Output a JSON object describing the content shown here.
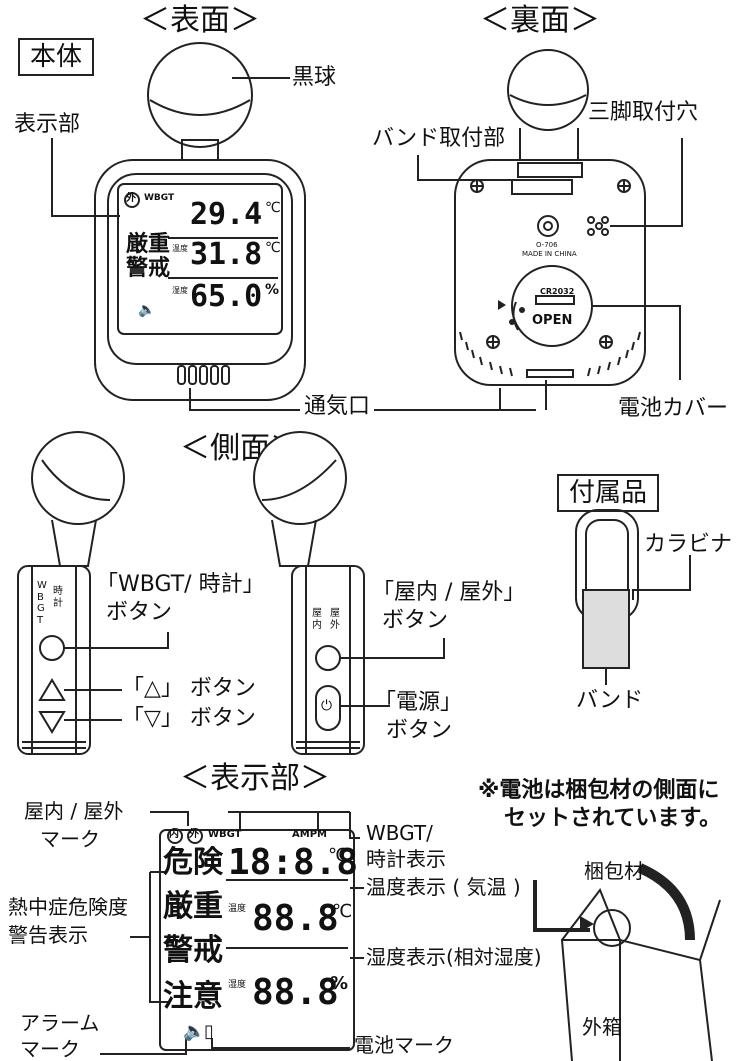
{
  "sections": {
    "front": "＜表面＞",
    "back": "＜裏面＞",
    "side": "＜側面＞",
    "display": "＜表示部＞"
  },
  "boxes": {
    "body": "本体",
    "accessories": "付属品"
  },
  "labels": {
    "globe": "黒球",
    "display_part": "表示部",
    "band_mount": "バンド取付部",
    "tripod_hole": "三脚取付穴",
    "vent": "通気口",
    "battery_cover": "電池カバー",
    "wbgt_clock_btn_1": "「WBGT/ 時計」",
    "wbgt_clock_btn_2": "ボタン",
    "up_btn": "「△」 ボタン",
    "down_btn": "「▽」 ボタン",
    "in_out_btn_1": "「屋内 / 屋外」",
    "in_out_btn_2": "ボタン",
    "power_btn_1": "「電源」",
    "power_btn_2": "ボタン",
    "carabiner": "カラビナ",
    "band": "バンド",
    "battery_note_1": "※電池は梱包材の側面に",
    "battery_note_2": "セットされています。",
    "packing": "梱包材",
    "outer_box": "外箱",
    "in_out_mark_1": "屋内 / 屋外",
    "in_out_mark_2": "マーク",
    "heat_warning_1": "熱中症危険度",
    "heat_warning_2": "警告表示",
    "alarm_mark_1": "アラーム",
    "alarm_mark_2": "マーク",
    "wbgt_clock_disp_1": "WBGT/",
    "wbgt_clock_disp_2": "時計表示",
    "temp_disp": "温度表示 ( 気温 )",
    "humid_disp": "湿度表示(相対湿度)",
    "battery_mark": "電池マーク"
  },
  "front_lcd": {
    "out_mark": "外",
    "wbgt": "WBGT",
    "level_1": "厳重",
    "level_2": "警戒",
    "temp_lbl": "温度",
    "humid_lbl": "湿度",
    "wbgt_val": "29.4",
    "temp_val": "31.8",
    "humid_val": "65.0",
    "unit_c": "℃",
    "unit_pct": "%"
  },
  "back_text": {
    "model": "O-706",
    "made": "MADE IN CHINA",
    "battery": "CR2032",
    "open": "OPEN"
  },
  "side_text": {
    "wbgt_vert": "WBGT",
    "clock_vert": "時計",
    "in_vert": "屋内",
    "out_vert": "屋外"
  },
  "display_lcd": {
    "in_mark": "内",
    "out_mark": "外",
    "wbgt": "WBGT",
    "ampm": "AMPM",
    "level_1": "危険",
    "level_2": "厳重",
    "level_3": "警戒",
    "level_4": "注意",
    "temp_lbl": "温度",
    "humid_lbl": "湿度",
    "seg_1": "18:8.8",
    "seg_2": "88.8",
    "seg_3": "88.8",
    "unit_c": "℃",
    "unit_pct": "%"
  }
}
